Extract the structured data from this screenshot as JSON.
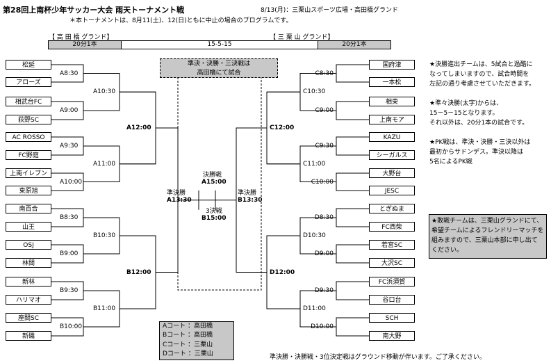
{
  "header": {
    "title": "第28回上南杯少年サッカー大会  雨天トーナメント戦",
    "date_venue": "8/13(月)：三栗山スポーツ広場・高田橋グランド",
    "note": "＊本トーナメントは、8月11(土)、12(日)ともに中止の場合のプログラムです。"
  },
  "schedule_bar": {
    "left_ground": "【 高  田  橋  グランド】",
    "right_ground": "【 三  栗  山  グランド】",
    "left_format": "20分1本",
    "center_format": "15-5-15",
    "right_format": "20分1本"
  },
  "teams_left": [
    "松延",
    "アローズ",
    "相武台FC",
    "荻野SC",
    "AC ROSSO",
    "FC野庭",
    "上南イレブン",
    "東原旭",
    "南百合",
    "山王",
    "OSJ",
    "林間",
    "新林",
    "ハリマオ",
    "座間SC",
    "新磯"
  ],
  "teams_right": [
    "国府津",
    "一本松",
    "相東",
    "上南モア",
    "KAZU",
    "シーガルス",
    "大野台",
    "JESC",
    "とぎぬま",
    "FC西柴",
    "若宮SC",
    "大沢SC",
    "FC浜須賀",
    "谷口台",
    "SCH",
    "南大野"
  ],
  "matches_left_r1": [
    "A8:30",
    "A9:00",
    "A9:30",
    "A10:00",
    "B8:30",
    "B9:00",
    "B9:30",
    "B10:00"
  ],
  "matches_left_r2": [
    "A10:30",
    "A11:00",
    "B10:30",
    "B11:00"
  ],
  "matches_left_r3": [
    "A12:00",
    "B12:00"
  ],
  "matches_right_r1": [
    "C8:30",
    "C9:00",
    "C9:30",
    "C10:00",
    "D8:30",
    "D9:00",
    "D9:30",
    "D10:00"
  ],
  "matches_right_r2": [
    "C10:30",
    "C11:00",
    "D10:30",
    "D11:00"
  ],
  "matches_right_r3": [
    "C12:00",
    "D12:00"
  ],
  "semi_left": {
    "label": "準決勝",
    "time": "A13:30"
  },
  "semi_right": {
    "label": "準決勝",
    "time": "B13:30"
  },
  "final": {
    "label": "決勝戦",
    "time": "A15:00"
  },
  "third": {
    "label": "3決戦",
    "time": "B15:00"
  },
  "center_box": {
    "line1": "準決・決勝・三決戦は",
    "line2": "高田橋にて試合"
  },
  "court_legend": [
    "Aコート ：高田橋",
    "Bコート ：高田橋",
    "Cコート  ：三栗山",
    "Dコート  ：三栗山"
  ],
  "notes_right": [
    "★決勝進出チームは、5試合と過酷に",
    "なってしまいますので、試合時間を",
    "左記の通り考慮させていただきます。",
    "",
    "★準々決勝(太字)からは、",
    "15－5－15となります。",
    "それ以外は、20分1本の試合です。",
    "",
    "★PK戦は、準決・決勝・三決以外は",
    "最初からサドンデス。準決以降は",
    "5名によるPK戦"
  ],
  "friendly_box": [
    "★敗戦チームは、三栗山グランドにて、",
    "希望チームによるフレンドリーマッチを",
    "組みますので、三栗山本部に申し出て",
    "ください。"
  ],
  "footer": "準決勝・決勝戦・3位決定戦はグラウンド移動が伴います。ご了承ください。"
}
